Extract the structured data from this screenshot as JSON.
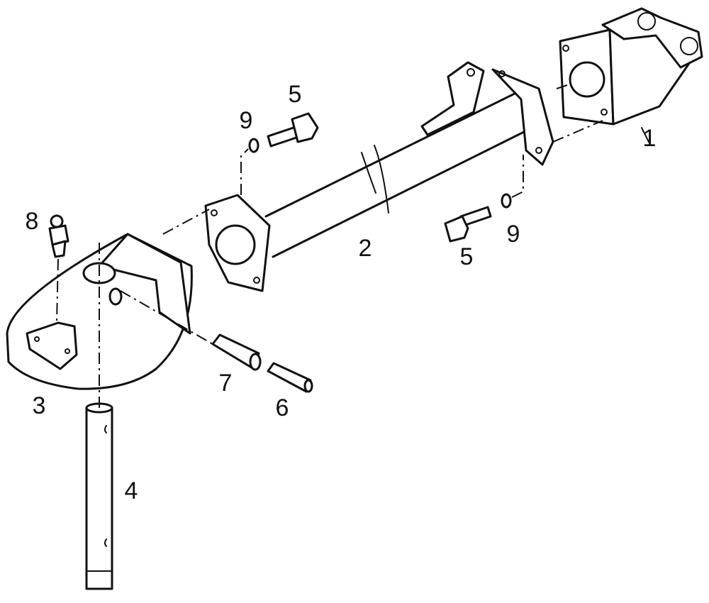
{
  "diagram": {
    "callouts": [
      {
        "id": "1",
        "text": "1"
      },
      {
        "id": "2",
        "text": "2"
      },
      {
        "id": "3",
        "text": "3"
      },
      {
        "id": "4",
        "text": "4"
      },
      {
        "id": "5a",
        "text": "5"
      },
      {
        "id": "5b",
        "text": "5"
      },
      {
        "id": "6",
        "text": "6"
      },
      {
        "id": "7",
        "text": "7"
      },
      {
        "id": "8",
        "text": "8"
      },
      {
        "id": "9a",
        "text": "9"
      },
      {
        "id": "9b",
        "text": "9"
      }
    ]
  }
}
